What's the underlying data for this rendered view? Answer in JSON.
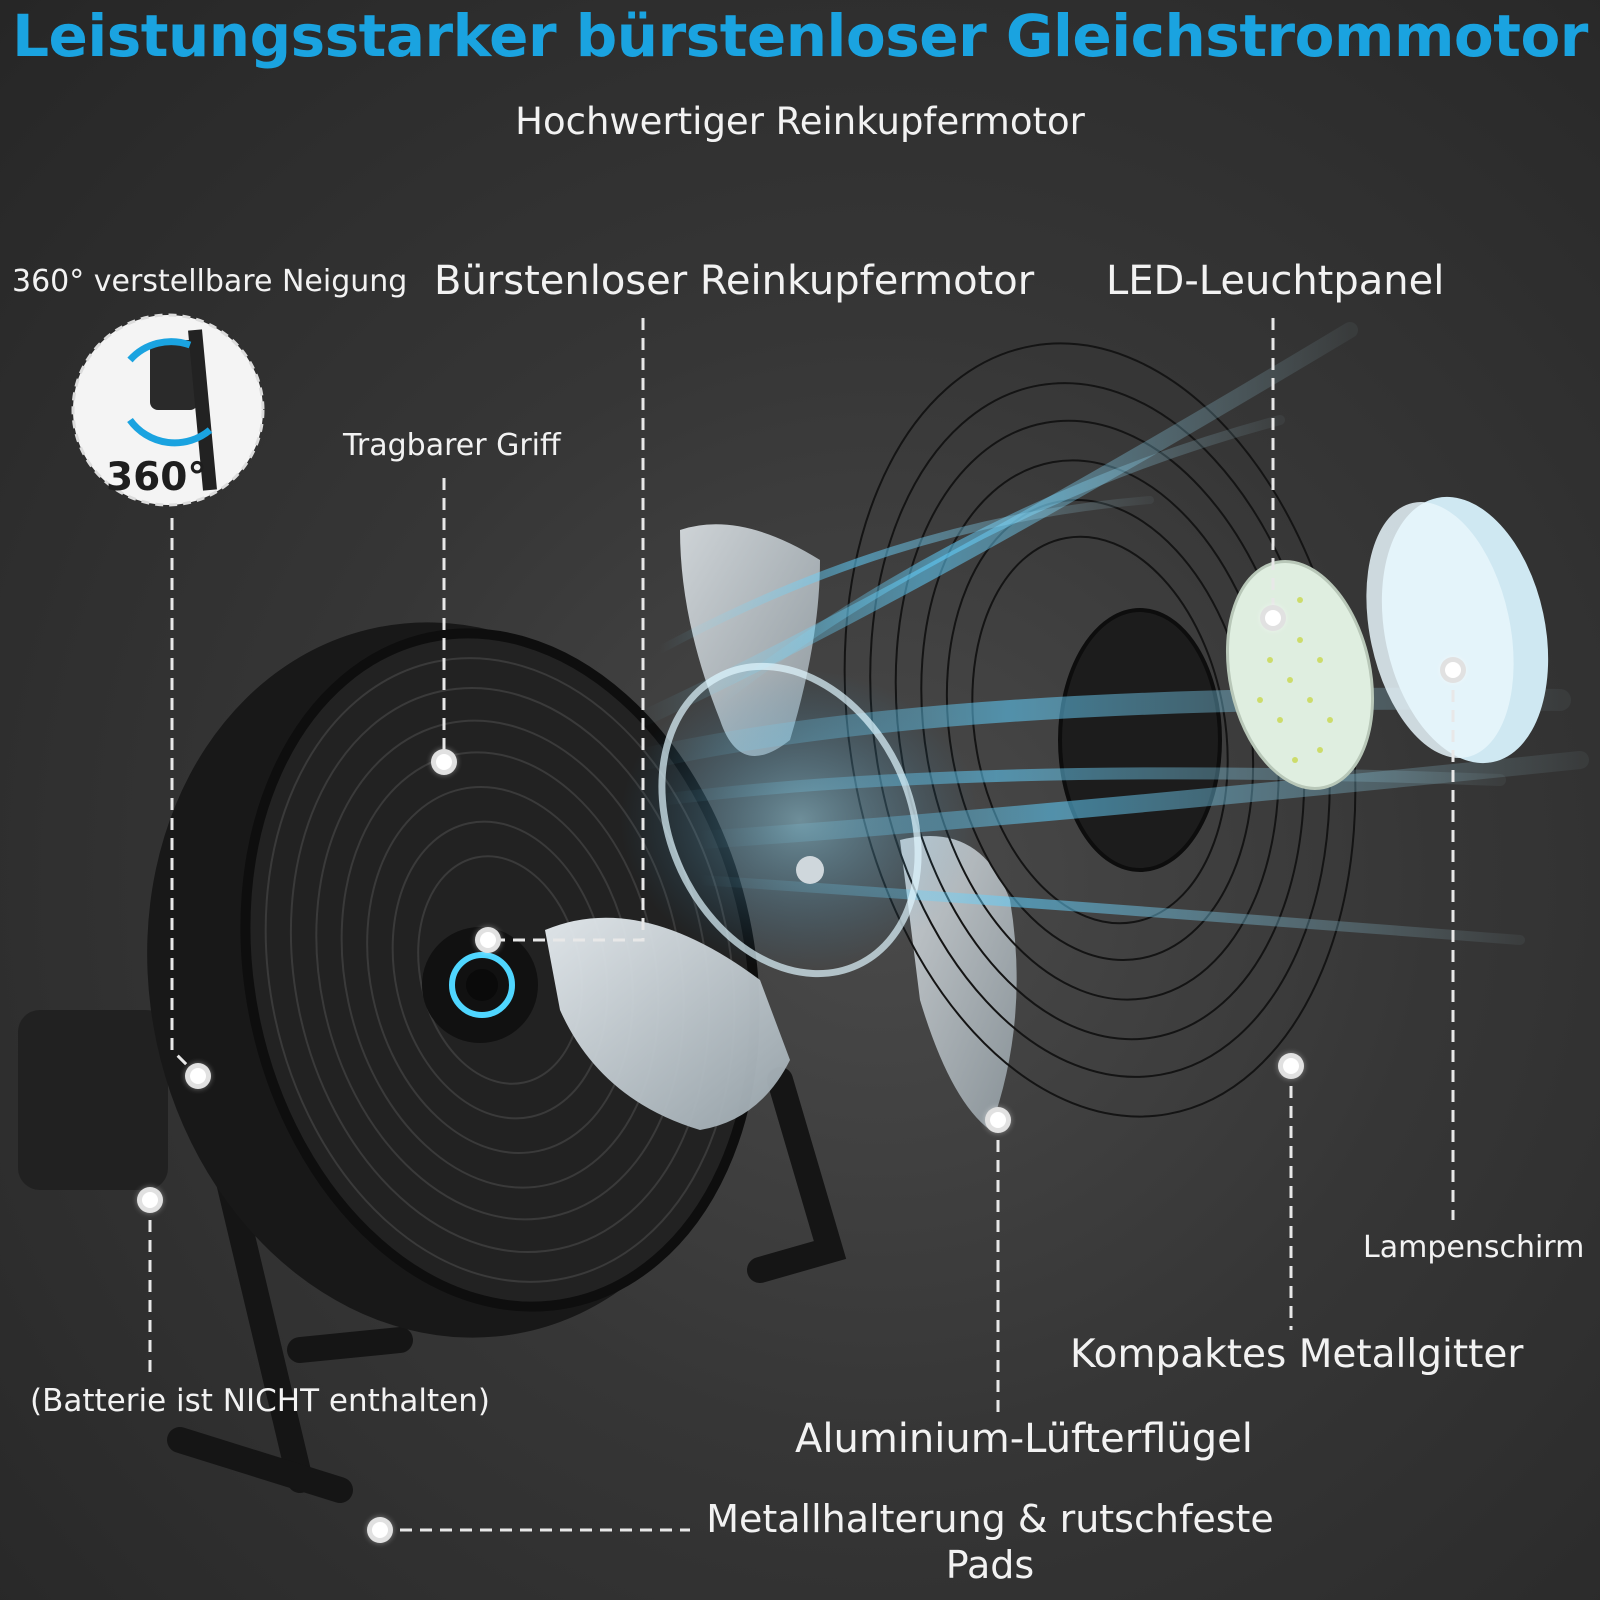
{
  "header": {
    "title": "Leistungsstarker bürstenloser Gleichstrommotor",
    "subtitle": "Hochwertiger Reinkupfermotor"
  },
  "badge": {
    "text": "360°"
  },
  "labels": {
    "tilt": "360° verstellbare Neigung",
    "motor": "Bürstenloser Reinkupfermotor",
    "led": "LED-Leuchtpanel",
    "grip": "Tragbarer Griff",
    "lampshade": "Lampenschirm",
    "grid": "Kompaktes Metallgitter",
    "battery": "(Batterie ist NICHT enthalten)",
    "blade": "Aluminium-Lüfterflügel",
    "stand": "Metallhalterung & rutschfeste Pads"
  },
  "colors": {
    "title": "#1aa3e0",
    "background": "#333333",
    "text": "#f2f2f2",
    "airflow": "#5fd0ff"
  }
}
